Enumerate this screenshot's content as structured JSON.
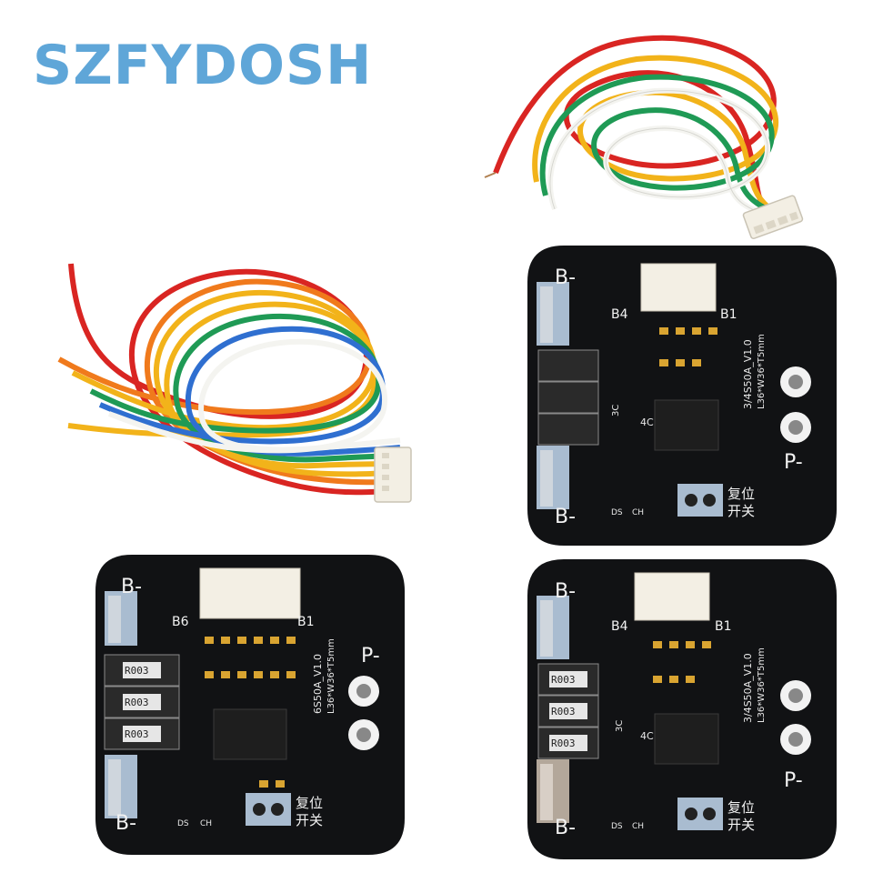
{
  "brand": {
    "name": "SZFYDOSH",
    "color": "#5fa6d8"
  },
  "boards": [
    {
      "id": "board-top-right",
      "terminal_top": "B-",
      "terminal_bottom": "B-",
      "terminal_p": "P-",
      "pin_left": "B4",
      "pin_right": "B1",
      "model": "3/4S50A_V1.0",
      "dims": "L36*W36*T5mm",
      "switch_label_1": "复位",
      "switch_label_2": "开关",
      "led_1": "DS",
      "led_2": "CH",
      "mark_3c": "3C",
      "mark_4c": "4C"
    },
    {
      "id": "board-bottom-left",
      "terminal_top": "B-",
      "terminal_bottom": "B-",
      "terminal_p": "P-",
      "pin_left": "B6",
      "pin_right": "B1",
      "model": "6S50A_V1.0",
      "dims": "L36*W36*T5mm",
      "switch_label_1": "复位",
      "switch_label_2": "开关",
      "led_1": "DS",
      "led_2": "CH",
      "resistor": "R003"
    },
    {
      "id": "board-bottom-right",
      "terminal_top": "B-",
      "terminal_bottom": "B-",
      "terminal_p": "P-",
      "pin_left": "B4",
      "pin_right": "B1",
      "model": "3/4S50A_V1.0",
      "dims": "L36*W36*T5mm",
      "switch_label_1": "复位",
      "switch_label_2": "开关",
      "led_1": "DS",
      "led_2": "CH",
      "mark_3c": "3C",
      "mark_4c": "4C",
      "resistor": "R003"
    }
  ],
  "colors": {
    "pcb": "#111214",
    "pad": "#a9bcd0",
    "connector": "#f3efe4",
    "wire_red": "#d92522",
    "wire_yellow": "#f2b31a",
    "wire_green": "#1f9a55",
    "wire_white": "#f4f4f0",
    "wire_orange": "#f07a1c",
    "wire_blue": "#2f6fd0"
  }
}
